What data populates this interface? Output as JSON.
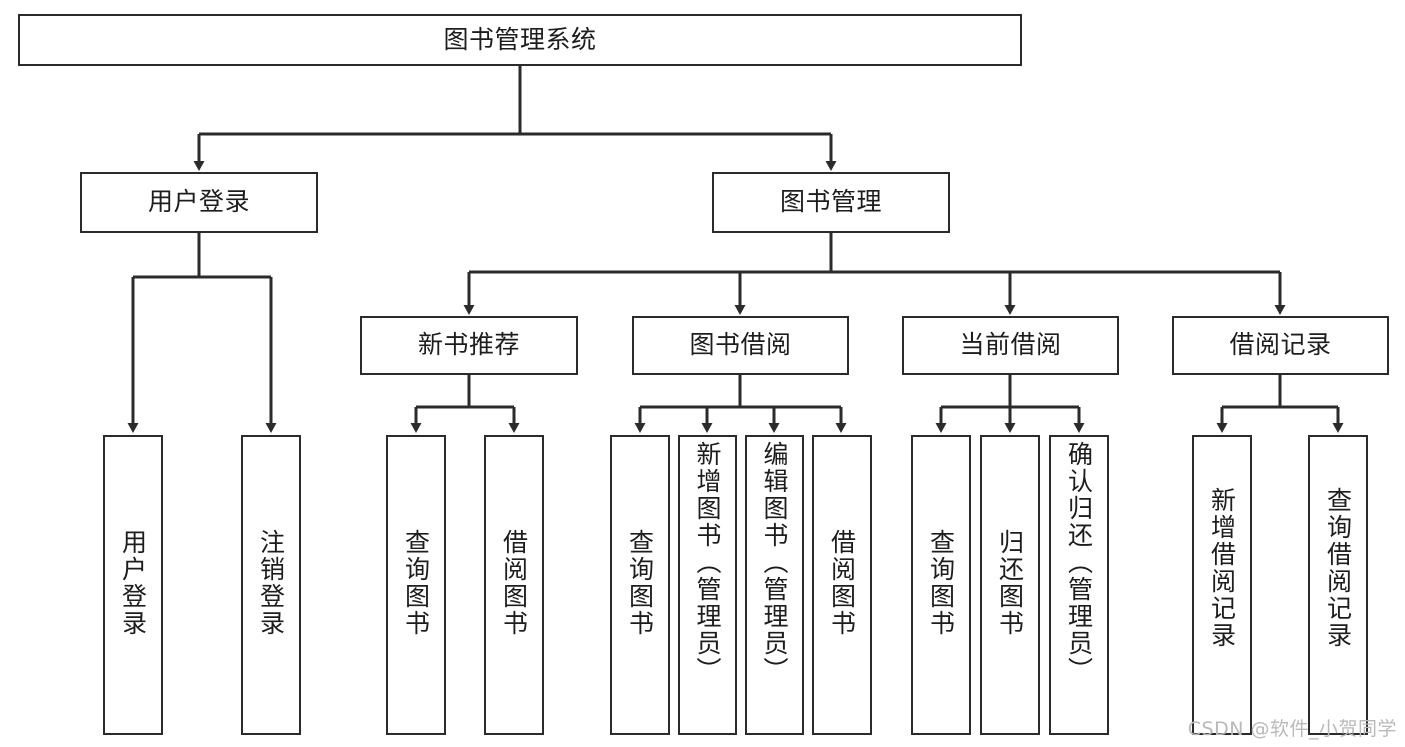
{
  "diagram": {
    "title": "图书管理系统",
    "watermark": "CSDN @软件_小贺同学",
    "stroke_color": "#2b2b2b",
    "background_color": "#ffffff",
    "text_color": "#1d1d1d"
  },
  "nodes": {
    "root": {
      "label": "图书管理系统"
    },
    "level2": [
      {
        "id": "user-login",
        "label": "用户登录"
      },
      {
        "id": "book-management",
        "label": "图书管理"
      }
    ],
    "level3": [
      {
        "id": "new-book-recommend",
        "label": "新书推荐"
      },
      {
        "id": "book-borrow",
        "label": "图书借阅"
      },
      {
        "id": "current-borrow",
        "label": "当前借阅"
      },
      {
        "id": "borrow-record",
        "label": "借阅记录"
      }
    ],
    "leaves": {
      "user_login": [
        {
          "id": "leaf-user-login",
          "label": "用户登录"
        },
        {
          "id": "leaf-logout-login",
          "label": "注销登录"
        }
      ],
      "new_book_recommend": [
        {
          "id": "leaf-query-book-1",
          "label": "查询图书"
        },
        {
          "id": "leaf-borrow-book-1",
          "label": "借阅图书"
        }
      ],
      "book_borrow": [
        {
          "id": "leaf-query-book-2",
          "label": "查询图书"
        },
        {
          "id": "leaf-add-book",
          "label": "新增图书（管理员）"
        },
        {
          "id": "leaf-edit-book",
          "label": "编辑图书（管理员）"
        },
        {
          "id": "leaf-borrow-book-2",
          "label": "借阅图书"
        }
      ],
      "current_borrow": [
        {
          "id": "leaf-query-book-3",
          "label": "查询图书"
        },
        {
          "id": "leaf-return-book",
          "label": "归还图书"
        },
        {
          "id": "leaf-confirm-return",
          "label": "确认归还（管理员）"
        }
      ],
      "borrow_record": [
        {
          "id": "leaf-add-record",
          "label": "新增借阅记录"
        },
        {
          "id": "leaf-query-record",
          "label": "查询借阅记录"
        }
      ]
    }
  }
}
